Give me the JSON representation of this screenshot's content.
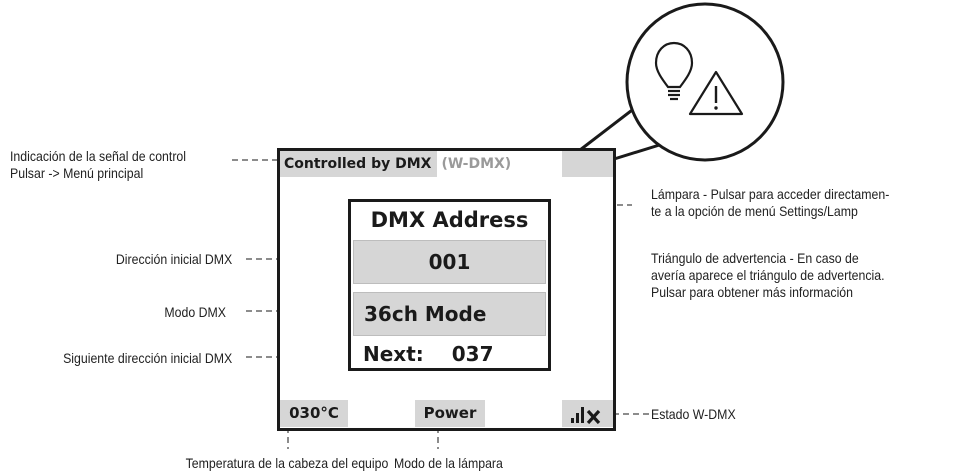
{
  "left_labels": {
    "control_signal": [
      "Indicación de la señal de control",
      "Pulsar -> Menú principal"
    ],
    "start_address": "Dirección inicial DMX",
    "dmx_mode": "Modo DMX",
    "next_address": "Siguiente dirección inicial DMX"
  },
  "right_labels": {
    "lamp": [
      "Lámpara - Pulsar para acceder directamen-",
      "te a la opción de menú Settings/Lamp"
    ],
    "warning": [
      "Triángulo de advertencia - En caso de",
      "avería aparece el triángulo de advertencia.",
      "Pulsar para obtener más información"
    ],
    "wdmx_status": "Estado W-DMX"
  },
  "bottom_labels": {
    "temperature": "Temperatura de la cabeza del equipo",
    "lamp_mode": "Modo de la lámpara"
  },
  "screen": {
    "controlled_by": "Controlled by DMX",
    "wdmx_tag": "(W-DMX)",
    "panel_title": "DMX Address",
    "address": "001",
    "mode": "36ch Mode",
    "next_label": "Next:",
    "next_value": "037",
    "temperature": "030°C",
    "power": "Power"
  },
  "icons": {
    "zoom_circle": [
      "lightbulb-icon",
      "warning-triangle-icon"
    ],
    "wdmx_button": "wdmx-signal-icon"
  },
  "colors": {
    "button_gray": "#d6d6d6",
    "wdmx_tag": "#9a9a9a",
    "dashed_line": "#8c8c8c"
  }
}
